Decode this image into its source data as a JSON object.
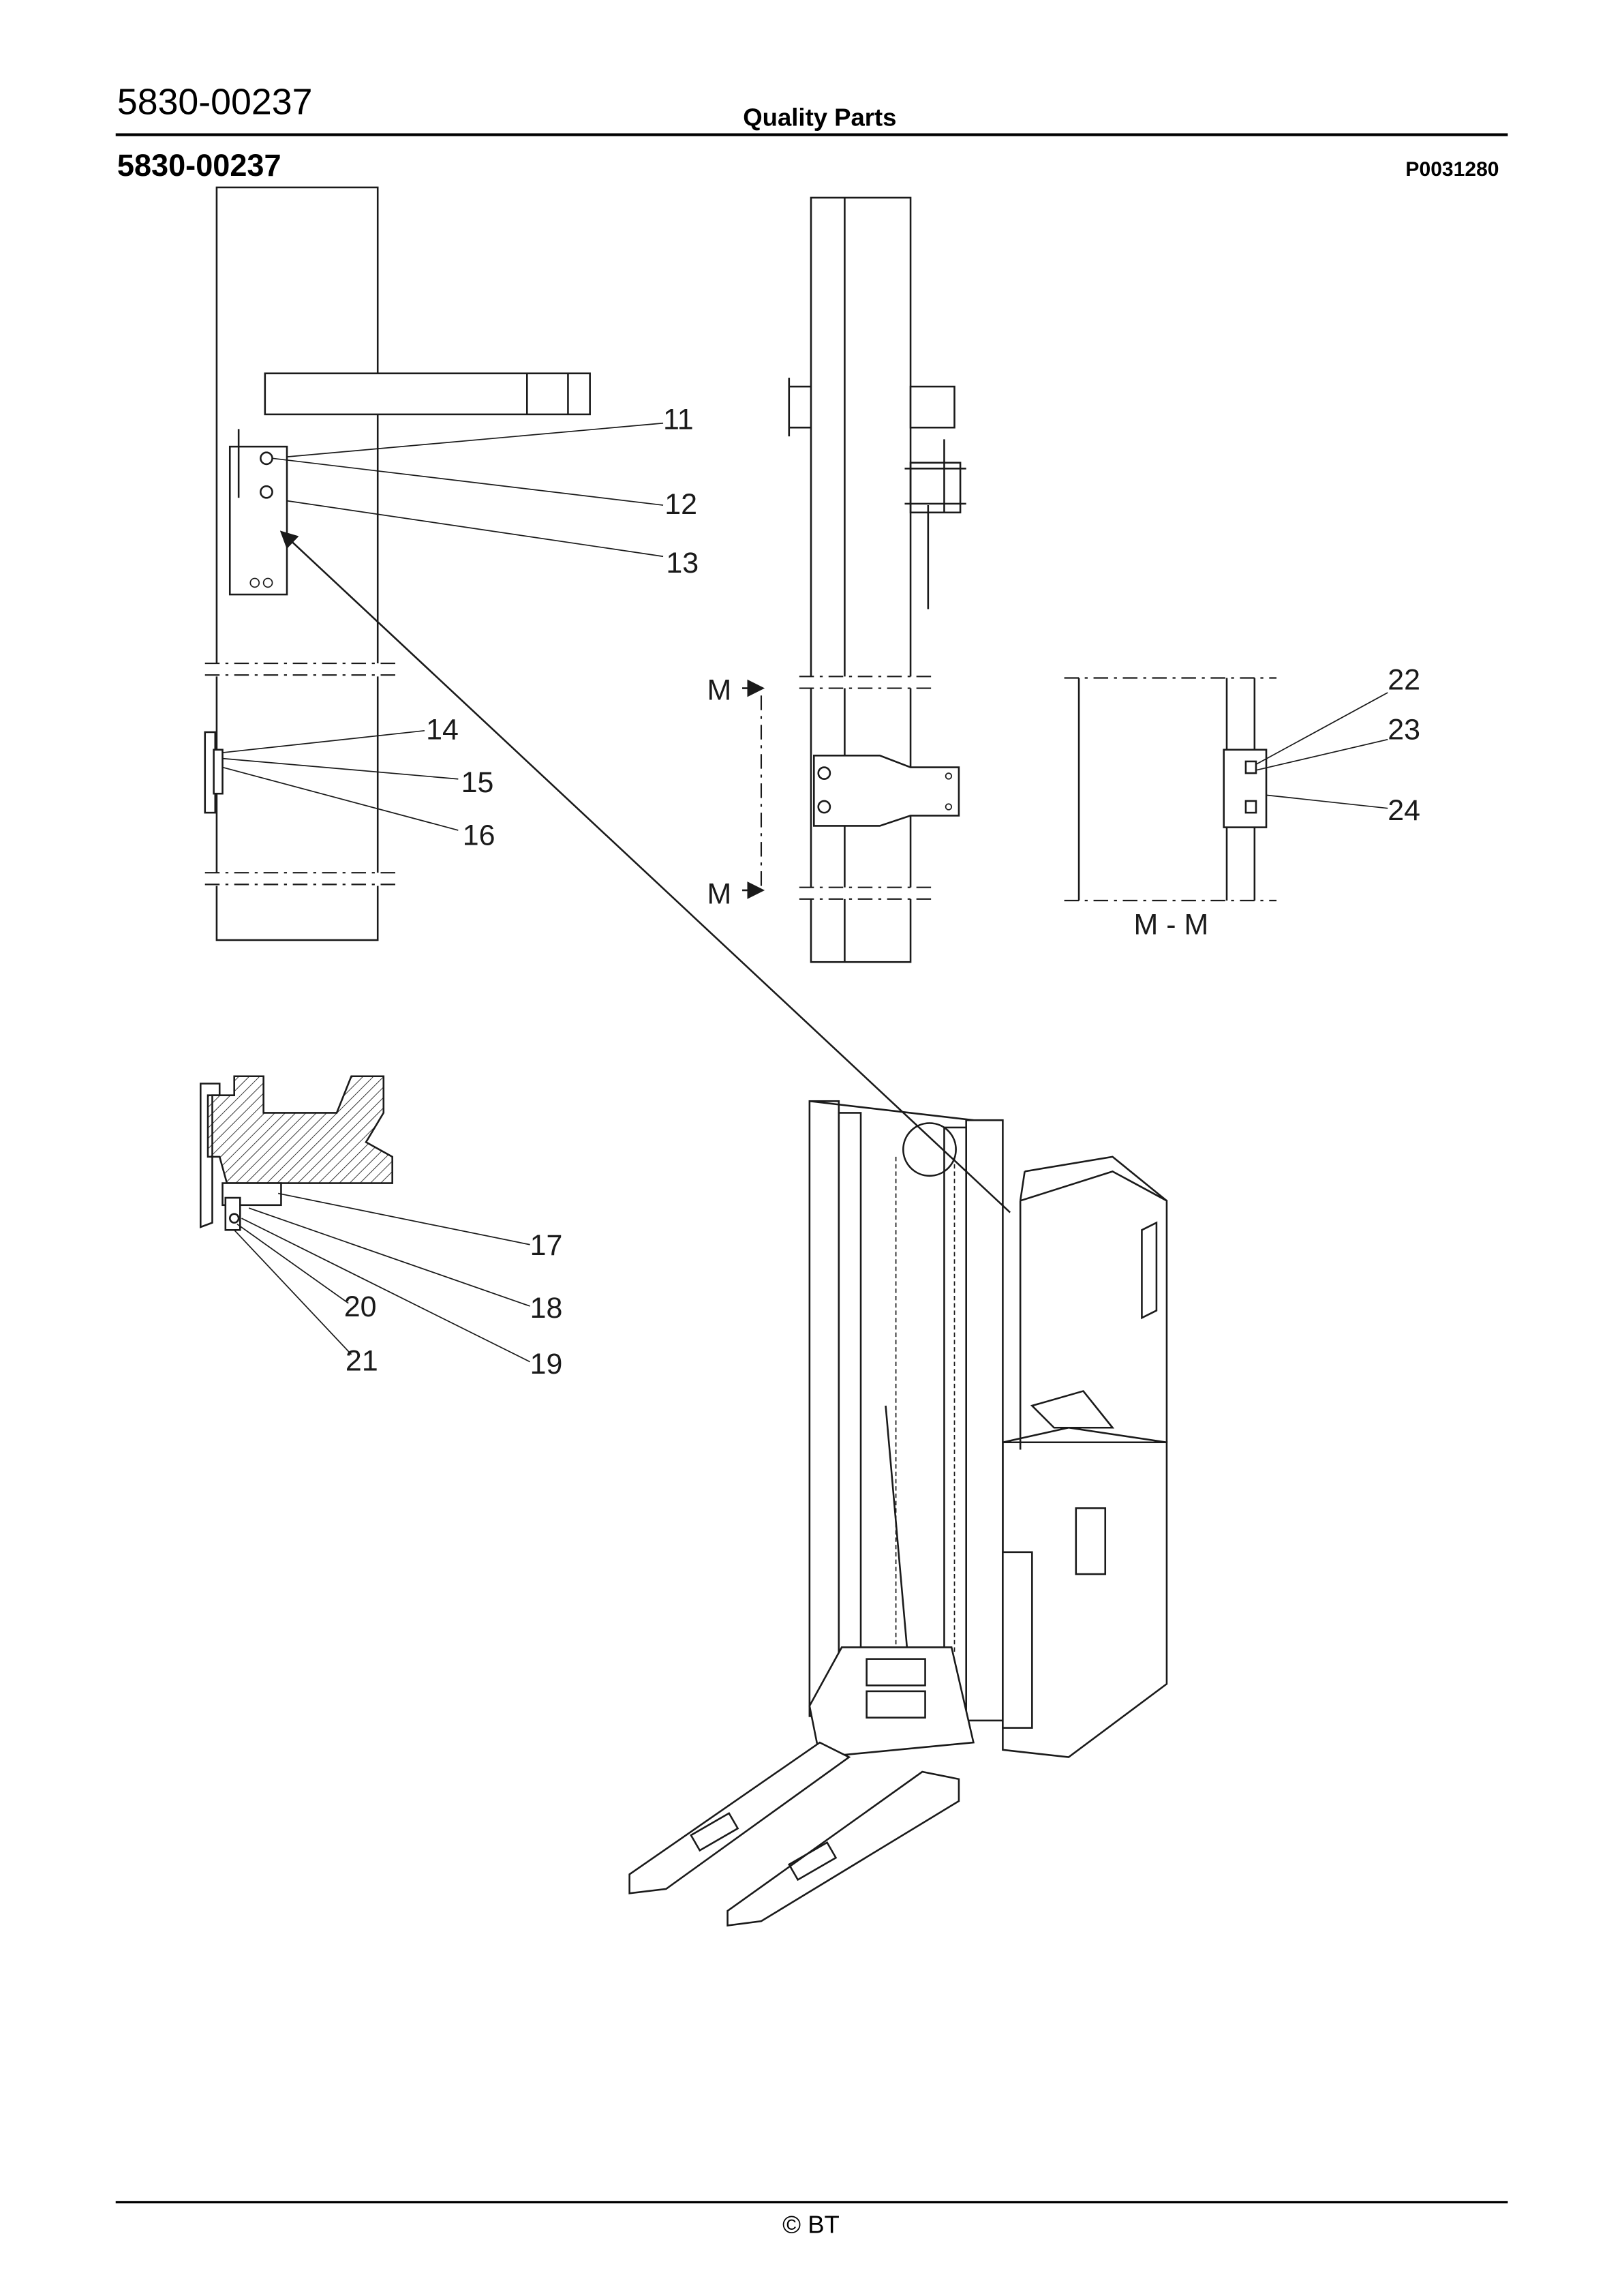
{
  "header": {
    "doc_number": "5830-00237",
    "center_title": "Quality Parts",
    "subtitle": "5830-00237",
    "drawing_ref": "P0031280"
  },
  "diagram": {
    "callouts": [
      "11",
      "12",
      "13",
      "14",
      "15",
      "16",
      "17",
      "18",
      "19",
      "20",
      "21",
      "22",
      "23",
      "24"
    ],
    "section_marker": "M",
    "section_label": "M - M"
  },
  "footer": {
    "copyright": "© BT"
  }
}
